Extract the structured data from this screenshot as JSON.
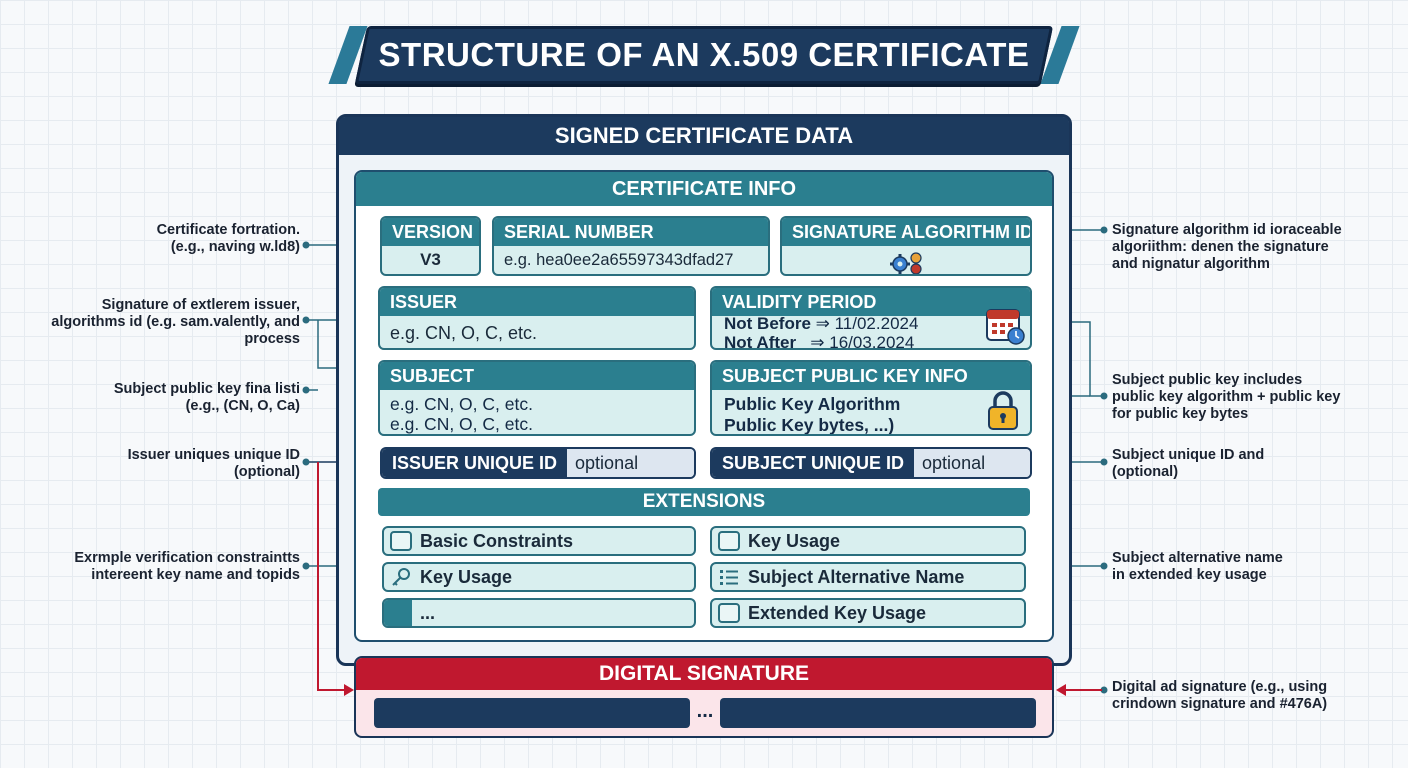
{
  "title": "STRUCTURE OF AN X.509 CERTIFICATE",
  "signed_data_label": "SIGNED CERTIFICATE DATA",
  "certificate_info_label": "CERTIFICATE INFO",
  "version": {
    "label": "VERSION",
    "value": "V3"
  },
  "serial_number": {
    "label": "SERIAL NUMBER",
    "value": "e.g. hea0ee2a65597343dfad27"
  },
  "signature_algorithm": {
    "label": "SIGNATURE ALGORITHM ID",
    "icon": "gears-icon"
  },
  "issuer": {
    "label": "ISSUER",
    "value": "e.g. CN, O, C, etc."
  },
  "validity": {
    "label": "VALIDITY PERIOD",
    "not_before_label": "Not Before",
    "not_before_value": "⇒ 11/02.2024",
    "not_after_label": "Not After",
    "not_after_value": "⇒ 16/03.2024",
    "icon": "calendar-icon"
  },
  "subject": {
    "label": "SUBJECT",
    "line1": "e.g. CN, O, C, etc.",
    "line2": "e.g. CN, O, C, etc."
  },
  "subject_public_key": {
    "label": "SUBJECT PUBLIC KEY INFO",
    "line1": "Public Key Algorithm",
    "line2": "Public Key bytes, ...)",
    "icon": "padlock-icon"
  },
  "issuer_unique_id": {
    "label": "ISSUER UNIQUE ID",
    "value": "optional"
  },
  "subject_unique_id": {
    "label": "SUBJECT UNIQUE ID",
    "value": "optional"
  },
  "extensions": {
    "label": "EXTENSIONS",
    "items": [
      {
        "label": "Basic Constraints",
        "icon": "document-lock-icon"
      },
      {
        "label": "Key Usage",
        "icon": "document-icon"
      },
      {
        "label": "Key Usage",
        "icon": "key-icon"
      },
      {
        "label": "Subject Alternative Name",
        "icon": "list-icon"
      },
      {
        "label": "...",
        "icon": ""
      },
      {
        "label": "Extended Key Usage",
        "icon": "document-settings-icon"
      }
    ]
  },
  "digital_signature": {
    "label": "DIGITAL SIGNATURE",
    "dots": "..."
  },
  "annotations": {
    "left": [
      {
        "line1": "Certificate fortration.",
        "line2": "(e.g., naving w.ld8)"
      },
      {
        "line1": "Signature of extlerem issuer,",
        "line2": "algorithms id (e.g. sam.valently, and",
        "line3": "process"
      },
      {
        "line1": "Subject public key fina listi",
        "line2": "(e.g., (CN, O, Ca)"
      },
      {
        "line1": "Issuer uniques unique ID",
        "line2": "(optional)"
      },
      {
        "line1": "Exrmple verification constraintts",
        "line2": "intereent key name and topids"
      }
    ],
    "right": [
      {
        "line1": "Signature algorithm id ioraceable",
        "line2": "algoriithm: denen the signature",
        "line3": "and nignatur algorithm"
      },
      {
        "line1": "Subject public key includes",
        "line2": "public key algorithm + public key",
        "line3": "for public key bytes"
      },
      {
        "line1": "Subject unique ID and",
        "line2": "(optional)"
      },
      {
        "line1": "Subject alternative name",
        "line2": "in extended key usage"
      },
      {
        "line1": "Digital ad signature (e.g., using",
        "line2": "crindown signature and #476A)"
      }
    ]
  },
  "colors": {
    "navy": "#1c3a5e",
    "teal": "#2b7f8f",
    "light_teal": "#d9efef",
    "red": "#c0182f",
    "pink": "#fbe5ea"
  }
}
